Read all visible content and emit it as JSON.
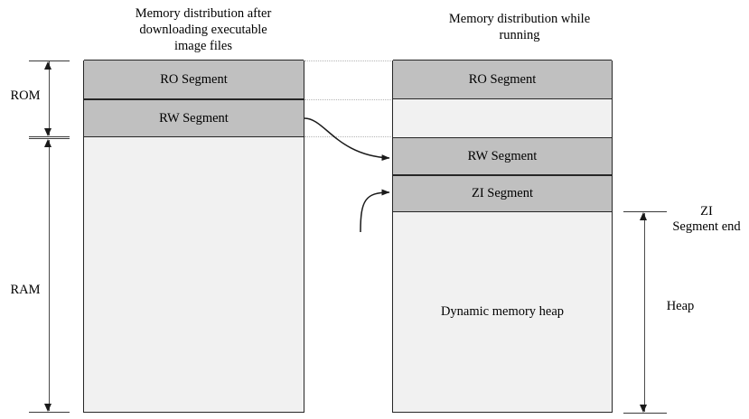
{
  "diagram": {
    "title_left": "Memory distribution after\ndownloading executable\nimage files",
    "title_right": "Memory distribution while\nrunning",
    "left_column": {
      "segments": [
        {
          "label": "RO Segment",
          "fill": "#c0c0c0"
        },
        {
          "label": "RW Segment",
          "fill": "#c0c0c0"
        },
        {
          "label": "",
          "fill": "#f1f1f1"
        }
      ]
    },
    "right_column": {
      "segments": [
        {
          "label": "RO Segment",
          "fill": "#c0c0c0"
        },
        {
          "label": "",
          "fill": "#f1f1f1"
        },
        {
          "label": "RW Segment",
          "fill": "#c0c0c0"
        },
        {
          "label": "ZI Segment",
          "fill": "#c0c0c0"
        },
        {
          "label": "Dynamic memory heap",
          "fill": "#f1f1f1"
        }
      ]
    },
    "brackets": {
      "rom": "ROM",
      "ram": "RAM",
      "zi_segment_end": "ZI\nSegment end",
      "heap": "Heap"
    },
    "colors": {
      "segment_fill": "#c0c0c0",
      "free_fill": "#f1f1f1",
      "border": "#262626",
      "dotted_guide": "#b5b5b5",
      "arrow": "#1a1a1a",
      "background": "#ffffff"
    }
  }
}
